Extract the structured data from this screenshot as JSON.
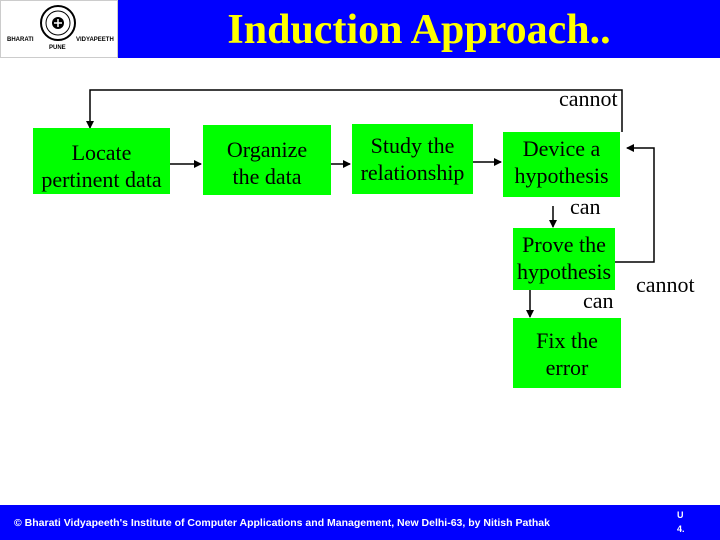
{
  "header": {
    "title": "Induction Approach..",
    "logo": {
      "name": "bharati-vidyapeeth-logo",
      "left_text": "BHARATI",
      "right_text": "VIDYAPEETH",
      "bottom_text": "PUNE"
    }
  },
  "flowchart": {
    "boxes": [
      {
        "line1": "Locate",
        "line2": "pertinent data"
      },
      {
        "line1": "Organize",
        "line2": "the data"
      },
      {
        "line1": "Study the",
        "line2": "relationship"
      },
      {
        "line1": "Device a",
        "line2": "hypothesis"
      },
      {
        "line1": "Prove the",
        "line2": "hypothesis"
      },
      {
        "line1": "Fix the",
        "line2": "error"
      }
    ],
    "labels": {
      "top_cannot": "cannot",
      "can_1": "can",
      "can_2": "can",
      "right_cannot": "cannot"
    }
  },
  "footer": {
    "text": "© Bharati Vidyapeeth's Institute of Computer Applications and Management, New Delhi-63, by Nitish Pathak",
    "page_line1": "U",
    "page_line2": "4."
  },
  "colors": {
    "title_bar": "#0000ff",
    "title_text": "#ffff00",
    "box_fill": "#00ff00",
    "footer_bar": "#0000ff"
  }
}
